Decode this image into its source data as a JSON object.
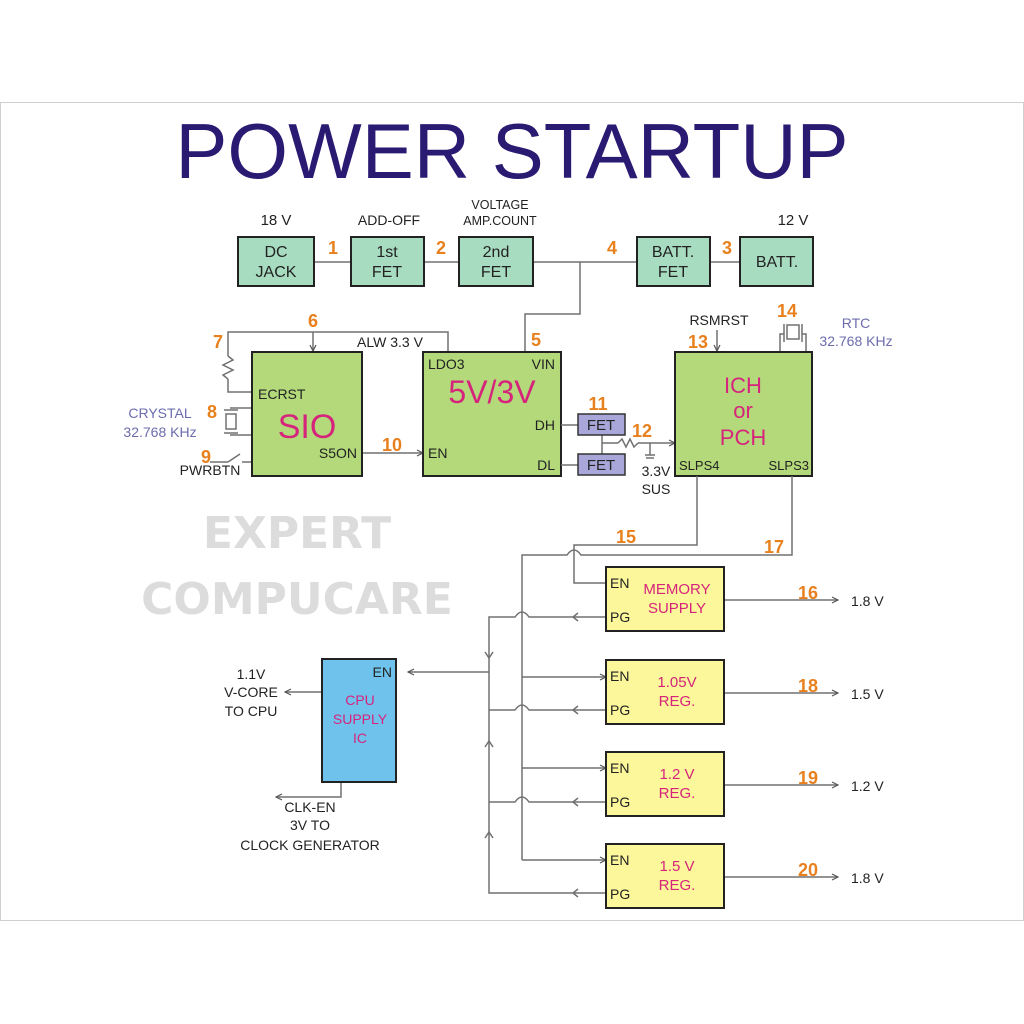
{
  "title": "POWER STARTUP",
  "watermark": [
    "EXPERT",
    "COMPUCARE"
  ],
  "colors": {
    "title": "#2a1a72",
    "step_number": "#e8801e",
    "teal_box": "#a8dcc0",
    "green_box": "#b3d97a",
    "lavender_fet": "#a9a6d9",
    "yellow_reg": "#fbf79a",
    "cpu_box": "#6ec2ec",
    "chip_label": "#d6247c",
    "crystal_label": "#6c6cae"
  },
  "top_row": {
    "dc_jack": {
      "label1": "DC",
      "label2": "JACK",
      "caption": "18 V"
    },
    "fet1": {
      "label1": "1st",
      "label2": "FET",
      "caption": "ADD-OFF"
    },
    "fet2": {
      "label1": "2nd",
      "label2": "FET",
      "caption1": "VOLTAGE",
      "caption2": "AMP.COUNT"
    },
    "batt_fet": {
      "label1": "BATT.",
      "label2": "FET"
    },
    "batt": {
      "label": "BATT.",
      "caption": "12 V"
    }
  },
  "sio": {
    "name": "SIO",
    "pin_ecrst": "ECRST",
    "pin_s5on": "S5ON",
    "alw_label": "ALW 3.3 V",
    "crystal": {
      "line1": "CRYSTAL",
      "line2": "32.768 KHz"
    },
    "pwrbtn": "PWRBTN"
  },
  "regulator_5v3v": {
    "name": "5V/3V",
    "pin_ldo3": "LDO3",
    "pin_vin": "VIN",
    "pin_dh": "DH",
    "pin_dl": "DL",
    "pin_en": "EN",
    "fet_high": "FET",
    "fet_low": "FET",
    "sus_label1": "3.3V",
    "sus_label2": "SUS"
  },
  "pch": {
    "line1": "ICH",
    "line2": "or",
    "line3": "PCH",
    "pin_slps4": "SLPS4",
    "pin_slps3": "SLPS3",
    "rsmrst": "RSMRST",
    "rtc": {
      "line1": "RTC",
      "line2": "32.768 KHz"
    }
  },
  "cpu_supply": {
    "line1": "CPU",
    "line2": "SUPPLY",
    "line3": "IC",
    "pin_en": "EN",
    "vcore": {
      "line1": "1.1V",
      "line2": "V-CORE",
      "line3": "TO CPU"
    },
    "clk": {
      "line1": "CLK-EN",
      "line2": "3V TO",
      "line3": "CLOCK GENERATOR"
    }
  },
  "supplies": [
    {
      "line1": "MEMORY",
      "line2": "SUPPLY",
      "pin_en": "EN",
      "pin_pg": "PG",
      "step": "16",
      "output": "1.8 V"
    },
    {
      "line1": "1.05V",
      "line2": "REG.",
      "pin_en": "EN",
      "pin_pg": "PG",
      "step": "18",
      "output": "1.5 V"
    },
    {
      "line1": "1.2 V",
      "line2": "REG.",
      "pin_en": "EN",
      "pin_pg": "PG",
      "step": "19",
      "output": "1.2 V"
    },
    {
      "line1": "1.5 V",
      "line2": "REG.",
      "pin_en": "EN",
      "pin_pg": "PG",
      "step": "20",
      "output": "1.8 V"
    }
  ],
  "steps": {
    "s1": "1",
    "s2": "2",
    "s3": "3",
    "s4": "4",
    "s5": "5",
    "s6": "6",
    "s7": "7",
    "s8": "8",
    "s9": "9",
    "s10": "10",
    "s11": "11",
    "s12": "12",
    "s13": "13",
    "s14": "14",
    "s15": "15",
    "s17": "17"
  }
}
